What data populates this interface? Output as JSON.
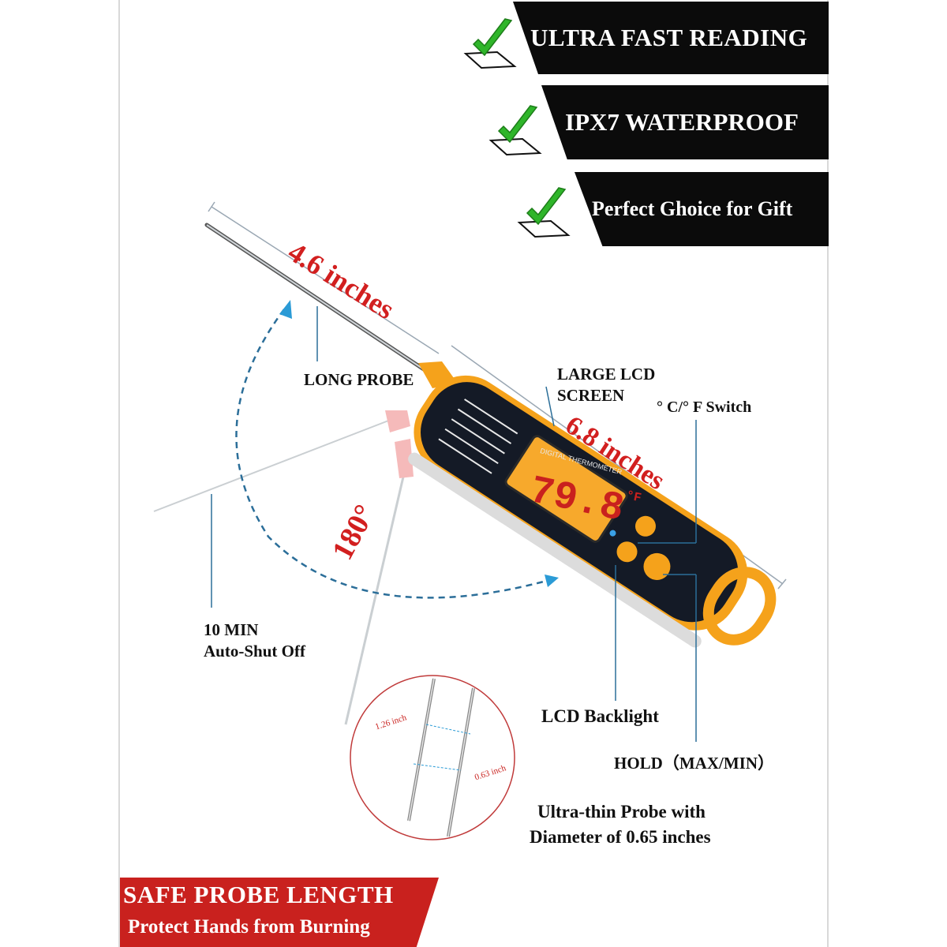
{
  "features": [
    {
      "label": "ULTRA FAST  READING"
    },
    {
      "label": "IPX7 WATERPROOF"
    },
    {
      "label": "Perfect Ghoice for Gift"
    }
  ],
  "dimensions": {
    "probe_length": "4.6 inches",
    "body_length": "6.8 inches",
    "rotation": "180°"
  },
  "callouts": {
    "long_probe": "LONG PROBE",
    "lcd_screen_line1": "LARGE LCD",
    "lcd_screen_line2": "SCREEN",
    "cf_switch": "°  C/°  F Switch",
    "auto_off_line1": "10 MIN",
    "auto_off_line2": "Auto-Shut Off",
    "backlight": "LCD Backlight",
    "hold": "HOLD（MAX/MIN）",
    "probe_desc_line1": "Ultra-thin Probe with",
    "probe_desc_line2": "Diameter of 0.65 inches"
  },
  "device": {
    "display_reading": "79.8",
    "display_unit": "°F",
    "display_title": "DIGITAL THERMOMETER"
  },
  "probe_detail": {
    "measure_a": "1.26 inch",
    "measure_b": "0.63 inch"
  },
  "footer": {
    "line1": "SAFE PROBE LENGTH",
    "line2": "Protect Hands from Burning"
  },
  "colors": {
    "banner": "#0b0b0b",
    "check": "#2fb52a",
    "accent_red": "#d21f1f",
    "footer_red": "#c9211e",
    "device_orange": "#f5a21b",
    "lcd_amber": "#f7a92c",
    "arc_blue": "#2b6e99"
  }
}
